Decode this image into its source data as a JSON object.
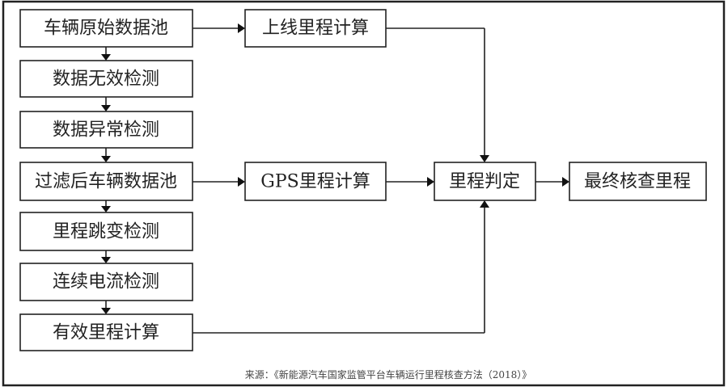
{
  "left_column": [
    "车辆原始数据池",
    "数据无效检测",
    "数据异常检测",
    "过滤后车辆数据池",
    "里程跳变检测",
    "连续电流检测",
    "有效里程计算"
  ],
  "middle": {
    "online_mileage": "上线里程计算",
    "gps_mileage": "GPS里程计算"
  },
  "judgement": "里程判定",
  "final": "最终核查里程",
  "caption": "来源：《新能源汽车国家监管平台车辆运行里程核查方法（2018）》"
}
